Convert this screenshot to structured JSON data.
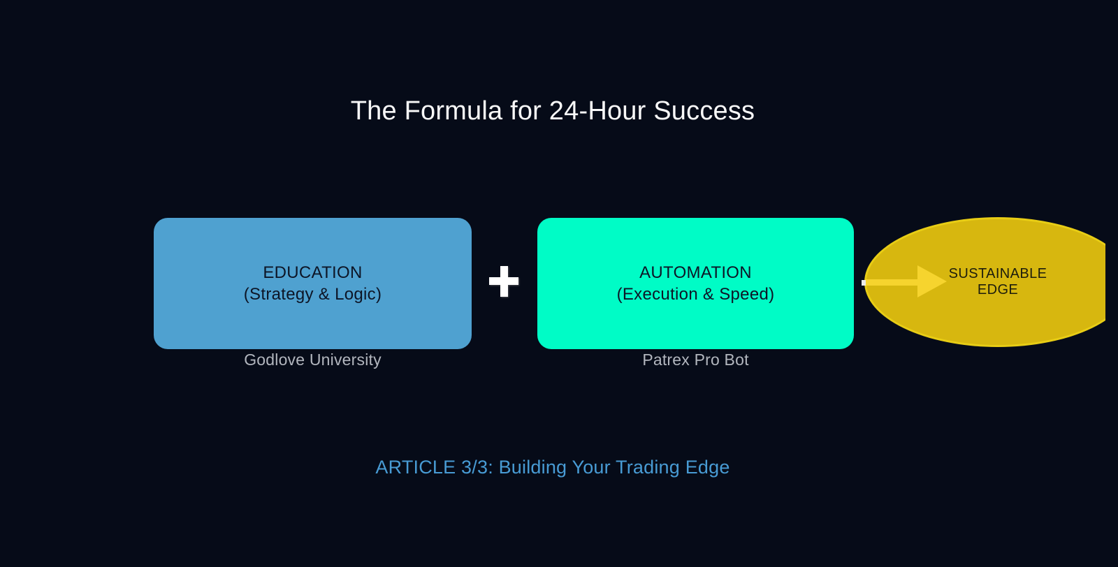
{
  "slide": {
    "title": "The Formula for 24-Hour Success",
    "footer": "ARTICLE 3/3: Building Your Trading Edge"
  },
  "formula": {
    "education": {
      "name": "EDUCATION",
      "subtitle": "(Strategy & Logic)",
      "caption": "Godlove University"
    },
    "automation": {
      "name": "AUTOMATION",
      "subtitle": "(Execution & Speed)",
      "caption": "Patrex Pro Bot"
    },
    "result": {
      "line1": "SUSTAINABLE",
      "line2": "EDGE"
    }
  },
  "icons": {
    "operator": "plus-icon",
    "result_arrow": "arrow-right-icon"
  },
  "colors": {
    "background": "#060b18",
    "title_text": "#f8f8f8",
    "education_fill": "#4fa1d0",
    "automation_fill": "#00fcc6",
    "box_label_text": "#0d1526",
    "caption_text": "#b2b6be",
    "result_fill": "#d7b70f",
    "result_rim": "#e8cd15",
    "result_text": "#1d1d0d",
    "arrow": "#f6d42e",
    "plus": "#ffffff",
    "footer_text": "#489bd4"
  }
}
